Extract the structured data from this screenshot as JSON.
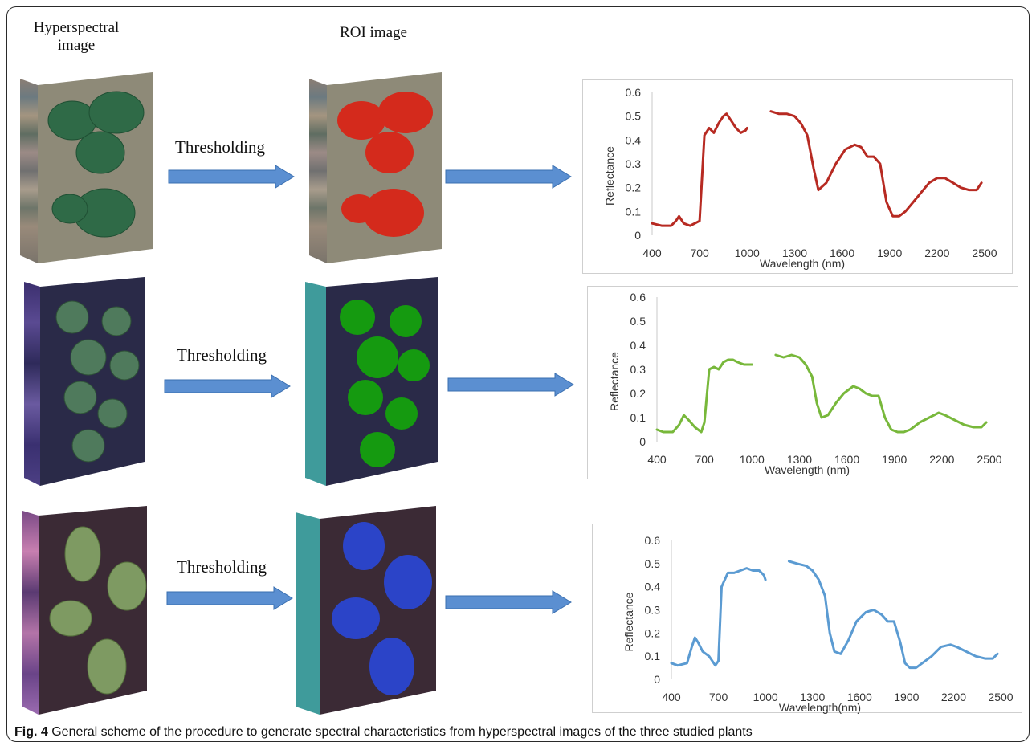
{
  "headers": {
    "hyperspectral": "Hyperspectral image",
    "roi": "ROI image"
  },
  "rows": [
    {
      "label": "Thresholding",
      "roi_color": "#d42a1c"
    },
    {
      "label": "Thresholding",
      "roi_color": "#159a10"
    },
    {
      "label": "Thresholding",
      "roi_color": "#2b44c8"
    }
  ],
  "caption": {
    "fig": "Fig. 4",
    "text": "General scheme of the procedure to generate spectral characteristics from hyperspectral images of the three studied plants"
  },
  "chart_data": [
    {
      "type": "line",
      "xlabel": "Wavelength (nm)",
      "ylabel": "Reflectance",
      "xticks": [
        400,
        700,
        1000,
        1300,
        1600,
        1900,
        2200,
        2500
      ],
      "yticks": [
        "0",
        "0.1",
        "0.2",
        "0.3",
        "0.4",
        "0.5",
        "0.6"
      ],
      "xlim": [
        400,
        2500
      ],
      "ylim": [
        0,
        0.6
      ],
      "color": "#b72a22",
      "segments": [
        {
          "x": [
            400,
            460,
            520,
            550,
            570,
            600,
            640,
            700,
            730,
            760,
            790,
            820,
            850,
            870,
            900,
            930,
            960,
            990,
            1000
          ],
          "y": [
            0.05,
            0.04,
            0.04,
            0.06,
            0.08,
            0.05,
            0.04,
            0.06,
            0.42,
            0.45,
            0.43,
            0.47,
            0.5,
            0.51,
            0.48,
            0.45,
            0.43,
            0.44,
            0.45
          ]
        },
        {
          "x": [
            1150,
            1200,
            1250,
            1300,
            1340,
            1380,
            1420,
            1450,
            1500,
            1560,
            1620,
            1680,
            1720,
            1760,
            1800,
            1840,
            1880,
            1920,
            1960,
            2000,
            2050,
            2100,
            2150,
            2200,
            2250,
            2300,
            2350,
            2400,
            2450,
            2480
          ],
          "y": [
            0.52,
            0.51,
            0.51,
            0.5,
            0.47,
            0.42,
            0.28,
            0.19,
            0.22,
            0.3,
            0.36,
            0.38,
            0.37,
            0.33,
            0.33,
            0.3,
            0.14,
            0.08,
            0.08,
            0.1,
            0.14,
            0.18,
            0.22,
            0.24,
            0.24,
            0.22,
            0.2,
            0.19,
            0.19,
            0.22
          ]
        }
      ]
    },
    {
      "type": "line",
      "xlabel": "Wavelength (nm)",
      "ylabel": "Reflectance",
      "xticks": [
        400,
        700,
        1000,
        1300,
        1600,
        1900,
        2200,
        2500
      ],
      "yticks": [
        "0",
        "0.1",
        "0.2",
        "0.3",
        "0.4",
        "0.5",
        "0.6"
      ],
      "xlim": [
        400,
        2500
      ],
      "ylim": [
        0,
        0.6
      ],
      "color": "#78b83b",
      "segments": [
        {
          "x": [
            400,
            440,
            500,
            540,
            570,
            600,
            640,
            680,
            700,
            730,
            760,
            790,
            820,
            850,
            880,
            910,
            950,
            990,
            1000
          ],
          "y": [
            0.05,
            0.04,
            0.04,
            0.07,
            0.11,
            0.09,
            0.06,
            0.04,
            0.08,
            0.3,
            0.31,
            0.3,
            0.33,
            0.34,
            0.34,
            0.33,
            0.32,
            0.32,
            0.32
          ]
        },
        {
          "x": [
            1150,
            1200,
            1250,
            1300,
            1340,
            1380,
            1410,
            1440,
            1480,
            1530,
            1580,
            1640,
            1680,
            1720,
            1760,
            1800,
            1840,
            1880,
            1920,
            1960,
            2000,
            2060,
            2120,
            2180,
            2220,
            2280,
            2340,
            2400,
            2450,
            2480
          ],
          "y": [
            0.36,
            0.35,
            0.36,
            0.35,
            0.32,
            0.27,
            0.16,
            0.1,
            0.11,
            0.16,
            0.2,
            0.23,
            0.22,
            0.2,
            0.19,
            0.19,
            0.1,
            0.05,
            0.04,
            0.04,
            0.05,
            0.08,
            0.1,
            0.12,
            0.11,
            0.09,
            0.07,
            0.06,
            0.06,
            0.08
          ]
        }
      ]
    },
    {
      "type": "line",
      "xlabel": "Wavelength(nm)",
      "ylabel": "Reflectance",
      "xticks": [
        400,
        700,
        1000,
        1300,
        1600,
        1900,
        2200,
        2500
      ],
      "yticks": [
        "0",
        "0.1",
        "0.2",
        "0.3",
        "0.4",
        "0.5",
        "0.6"
      ],
      "xlim": [
        400,
        2500
      ],
      "ylim": [
        0,
        0.6
      ],
      "color": "#5b9bd2",
      "segments": [
        {
          "x": [
            400,
            440,
            500,
            530,
            550,
            570,
            600,
            640,
            680,
            700,
            720,
            760,
            800,
            840,
            880,
            920,
            960,
            990,
            1000
          ],
          "y": [
            0.07,
            0.06,
            0.07,
            0.14,
            0.18,
            0.16,
            0.12,
            0.1,
            0.06,
            0.08,
            0.4,
            0.46,
            0.46,
            0.47,
            0.48,
            0.47,
            0.47,
            0.45,
            0.43
          ]
        },
        {
          "x": [
            1150,
            1200,
            1260,
            1300,
            1340,
            1380,
            1410,
            1440,
            1480,
            1530,
            1580,
            1640,
            1690,
            1740,
            1780,
            1820,
            1860,
            1890,
            1920,
            1960,
            2000,
            2060,
            2120,
            2180,
            2220,
            2280,
            2340,
            2400,
            2450,
            2480
          ],
          "y": [
            0.51,
            0.5,
            0.49,
            0.47,
            0.43,
            0.36,
            0.2,
            0.12,
            0.11,
            0.17,
            0.25,
            0.29,
            0.3,
            0.28,
            0.25,
            0.25,
            0.16,
            0.07,
            0.05,
            0.05,
            0.07,
            0.1,
            0.14,
            0.15,
            0.14,
            0.12,
            0.1,
            0.09,
            0.09,
            0.11
          ]
        }
      ]
    }
  ]
}
